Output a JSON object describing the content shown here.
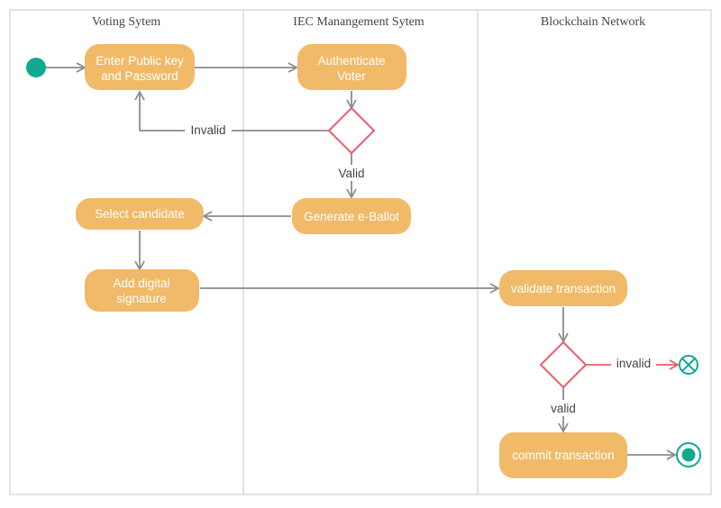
{
  "colors": {
    "activity_fill": "#F0BA68",
    "activity_stroke": "#E6B15F",
    "decision_stroke": "#EC5C6A",
    "edge": "#8C8C8C",
    "edge_error": "#EC5C6A",
    "start": "#10A98F",
    "end_ring": "#10A98F",
    "end_fill": "#10A98F",
    "lane_border": "#C8C8C8",
    "lane_text": "#444444"
  },
  "lanes": [
    {
      "title": "Voting Sytem"
    },
    {
      "title": "IEC Manangement Sytem"
    },
    {
      "title": "Blockchain Network"
    }
  ],
  "nodes": {
    "enter_key": [
      "Enter Public key",
      "and Password"
    ],
    "authenticate": [
      "Authenticate",
      "Voter"
    ],
    "select_candidate": [
      "Select candidate"
    ],
    "generate_ballot": [
      "Generate e-Ballot"
    ],
    "add_signature": [
      "Add digital",
      "signature"
    ],
    "validate_tx": [
      "validate transaction"
    ],
    "commit_tx": [
      "commit transaction"
    ]
  },
  "edge_labels": {
    "invalid_auth": "Invalid",
    "valid_auth": "Valid",
    "invalid_tx": "invalid",
    "valid_tx": "valid"
  },
  "node_icons": {
    "start": "start-node-icon",
    "flow_final": "flow-final-x-icon",
    "activity_final": "activity-final-icon"
  }
}
